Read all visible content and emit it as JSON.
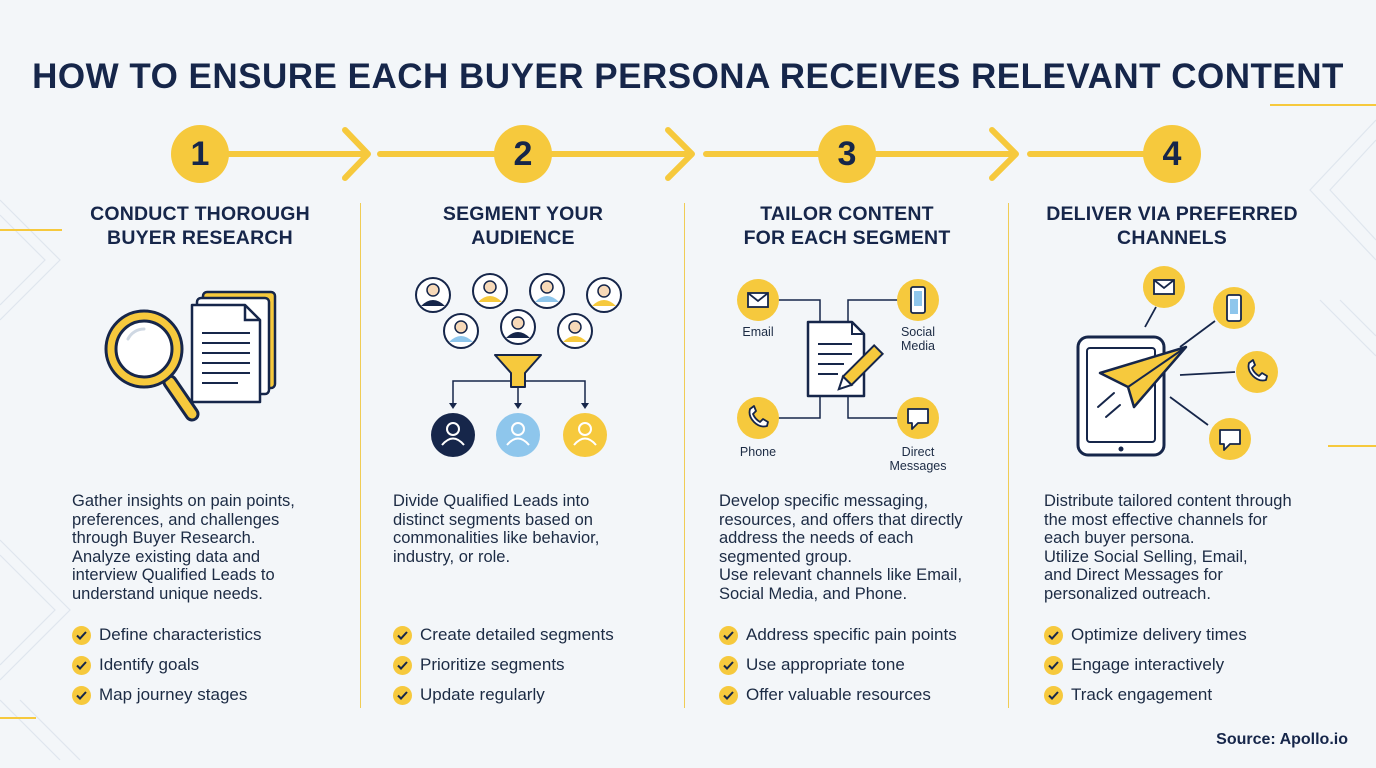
{
  "title": "HOW TO ENSURE EACH BUYER PERSONA RECEIVES RELEVANT CONTENT",
  "colors": {
    "accent": "#f6c93d",
    "navy": "#16264a",
    "light_blue": "#8ec6ec",
    "background": "#f3f6f9"
  },
  "steps": [
    {
      "number": "1",
      "title_lines": [
        "CONDUCT THOROUGH",
        "BUYER RESEARCH"
      ],
      "icon": "magnifier-documents-icon",
      "description_lines": [
        "Gather insights on pain points,",
        "preferences, and challenges",
        "through Buyer Research.",
        "Analyze existing data and",
        "interview Qualified Leads to",
        "understand unique needs."
      ],
      "checklist": [
        "Define characteristics",
        "Identify goals",
        "Map journey stages"
      ]
    },
    {
      "number": "2",
      "title_lines": [
        "SEGMENT YOUR",
        "AUDIENCE"
      ],
      "icon": "audience-funnel-icon",
      "description_lines": [
        "Divide Qualified Leads into",
        "distinct segments based on",
        "commonalities like behavior,",
        "industry, or role."
      ],
      "checklist": [
        "Create detailed segments",
        "Prioritize segments",
        "Update regularly"
      ]
    },
    {
      "number": "3",
      "title_lines": [
        "TAILOR CONTENT",
        "FOR EACH SEGMENT"
      ],
      "icon": "content-channels-icon",
      "channel_labels": {
        "email": "Email",
        "social": "Social\nMedia",
        "phone": "Phone",
        "direct": "Direct\nMessages"
      },
      "description_lines": [
        "Develop specific messaging,",
        "resources, and offers that directly",
        "address the needs of each",
        "segmented group.",
        "Use relevant channels like Email,",
        "Social Media, and Phone."
      ],
      "checklist": [
        "Address specific pain points",
        "Use appropriate tone",
        "Offer valuable resources"
      ]
    },
    {
      "number": "4",
      "title_lines": [
        "DELIVER VIA PREFERRED",
        "CHANNELS"
      ],
      "icon": "tablet-paper-plane-icon",
      "description_lines": [
        "Distribute tailored content through",
        "the most effective channels for",
        "each buyer persona.",
        "Utilize Social Selling, Email,",
        "and Direct Messages for",
        "personalized outreach."
      ],
      "checklist": [
        "Optimize delivery times",
        "Engage interactively",
        "Track engagement"
      ]
    }
  ],
  "source": "Source: Apollo.io"
}
